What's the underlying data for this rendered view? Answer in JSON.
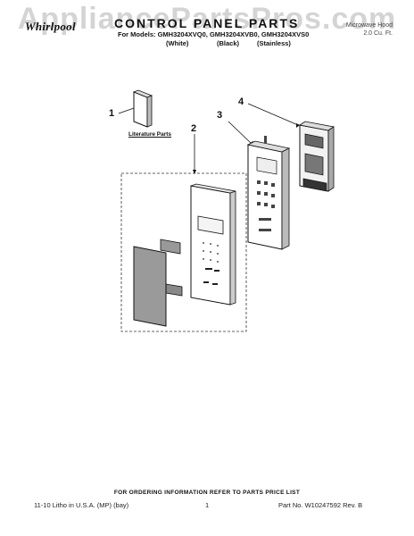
{
  "header": {
    "watermark": "AppliancePartsPros.com",
    "brand": "Whirlpool",
    "title": "CONTROL PANEL PARTS",
    "models_line": "For Models: GMH3204XVQ0, GMH3204XVB0, GMH3204XVS0",
    "variants": [
      "(White)",
      "(Black)",
      "(Stainless)"
    ],
    "right_line1": "Microwave Hood",
    "right_line2": "2.0 Cu. Ft."
  },
  "callouts": [
    "1",
    "2",
    "3",
    "4"
  ],
  "labels": {
    "literature": "Literature Parts"
  },
  "footer": {
    "ordering_note": "FOR ORDERING INFORMATION REFER TO PARTS PRICE LIST",
    "left": "11-10 Litho in U.S.A. (MP) (bay)",
    "page": "1",
    "right": "Part No. W10247592 Rev. B"
  }
}
